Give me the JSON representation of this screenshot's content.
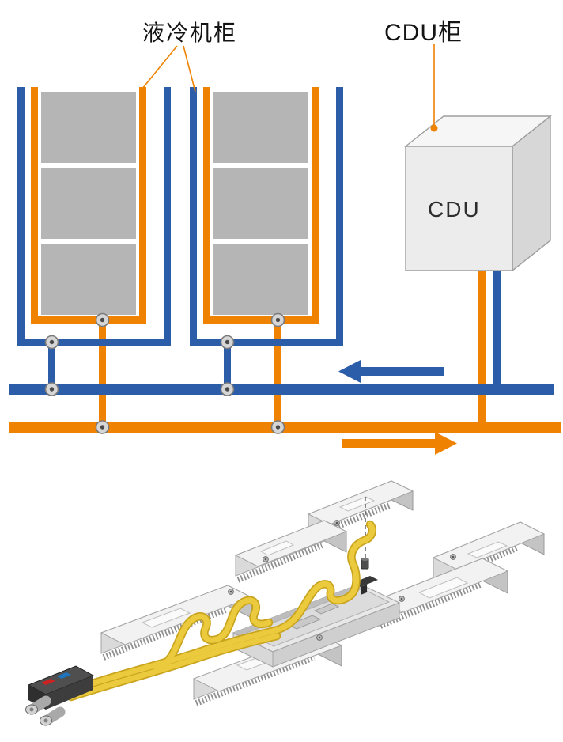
{
  "diagram": {
    "labels": {
      "cabinet": "液冷机柜",
      "cdu_cabinet": "CDU柜",
      "cdu_box": "CDU"
    },
    "structure": {
      "cabinet_count": 2,
      "servers_per_cabinet": 3,
      "valve_count": 8
    },
    "flow": {
      "supply_arrow_direction": "left",
      "return_arrow_direction": "right"
    }
  },
  "colors": {
    "pipe_blue": "#2b5da8",
    "pipe_orange": "#ef8200",
    "server_gray": "#b5b5b5",
    "cdu_fill": "#ececec",
    "hose_yellow": "#ecca3d"
  }
}
